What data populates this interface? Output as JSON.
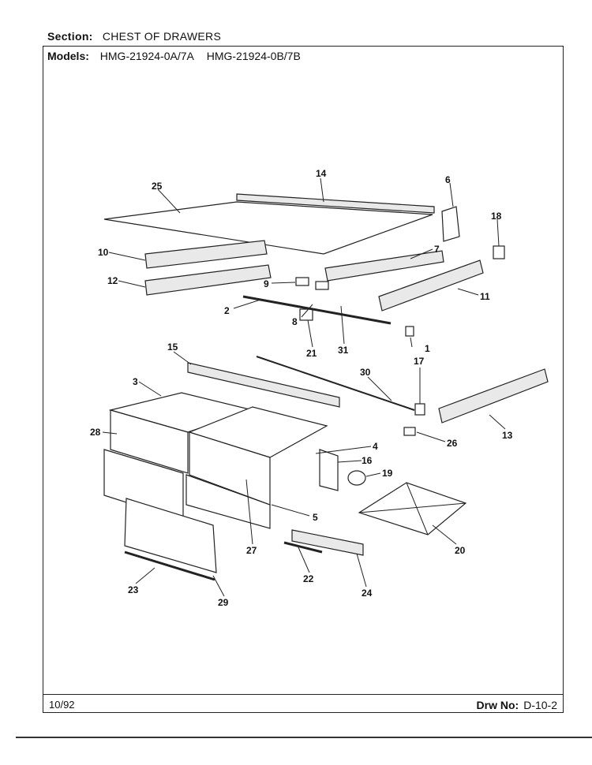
{
  "header": {
    "section_label": "Section:",
    "section_value": "CHEST OF DRAWERS",
    "models_label": "Models:",
    "models": [
      "HMG-21924-0A/7A",
      "HMG-21924-0B/7B"
    ]
  },
  "footer": {
    "date": "10/92",
    "drw_label": "Drw No:",
    "drw_number": "D-10-2"
  },
  "callouts": [
    "1",
    "2",
    "3",
    "4",
    "5",
    "6",
    "7",
    "8",
    "9",
    "10",
    "11",
    "12",
    "13",
    "14",
    "15",
    "16",
    "17",
    "18",
    "19",
    "20",
    "21",
    "22",
    "23",
    "24",
    "25",
    "26",
    "27",
    "28",
    "29",
    "30",
    "31"
  ]
}
